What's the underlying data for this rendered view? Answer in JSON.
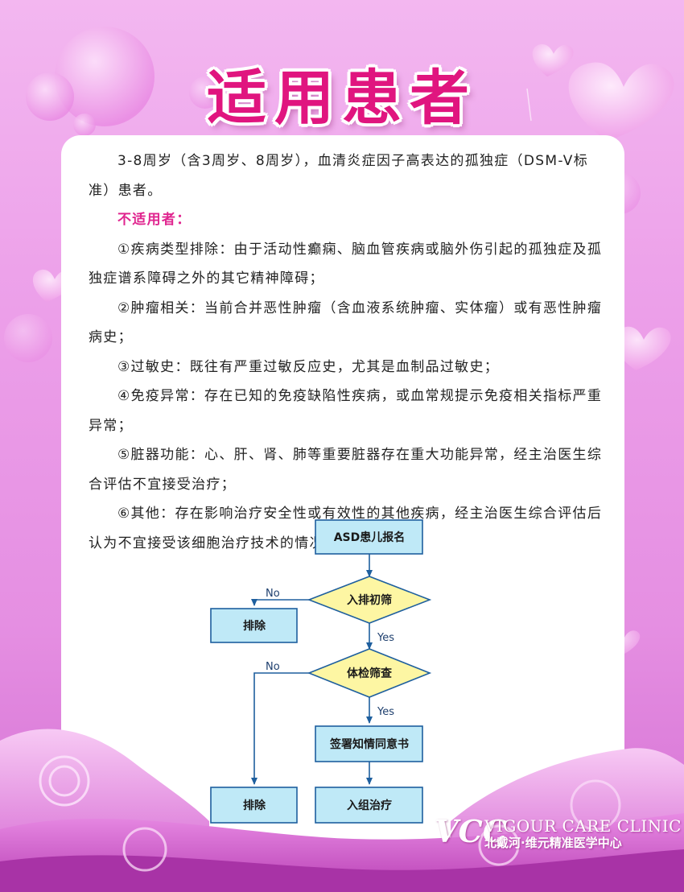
{
  "title": "适用患者",
  "intro": "3-8周岁（含3周岁、8周岁），血清炎症因子高表达的孤独症（DSM-V标准）患者。",
  "exclusion_heading": "不适用者：",
  "exclusions": [
    "①疾病类型排除：由于活动性癫痫、脑血管疾病或脑外伤引起的孤独症及孤独症谱系障碍之外的其它精神障碍；",
    "②肿瘤相关：当前合并恶性肿瘤（含血液系统肿瘤、实体瘤）或有恶性肿瘤病史；",
    "③过敏史：既往有严重过敏反应史，尤其是血制品过敏史；",
    "④免疫异常：存在已知的免疫缺陷性疾病，或血常规提示免疫相关指标严重异常；",
    "⑤脏器功能：心、肝、肾、肺等重要脏器存在重大功能异常，经主治医生综合评估不宜接受治疗；",
    "⑥其他：存在影响治疗安全性或有效性的其他疾病，经主治医生综合评估后认为不宜接受该细胞治疗技术的情况。"
  ],
  "flowchart": {
    "start": "ASD患儿报名",
    "decision1": "入排初筛",
    "decision2": "体检筛查",
    "consent": "签署知情同意书",
    "enroll": "入组治疗",
    "exclude1": "排除",
    "exclude2": "排除",
    "no1": "No",
    "no2": "No",
    "yes1": "Yes",
    "yes2": "Yes"
  },
  "logo": {
    "mark": "VCC",
    "english": "VIGOUR CARE CLINIC",
    "chinese": "北戴河·维元精准医学中心"
  },
  "colors": {
    "title": "#e0157f",
    "subheading": "#e0258f",
    "box_fill": "#bfe9f7",
    "box_stroke": "#1e5f9e",
    "diamond_fill": "#fdf6a3",
    "line": "#1e5f9e"
  }
}
